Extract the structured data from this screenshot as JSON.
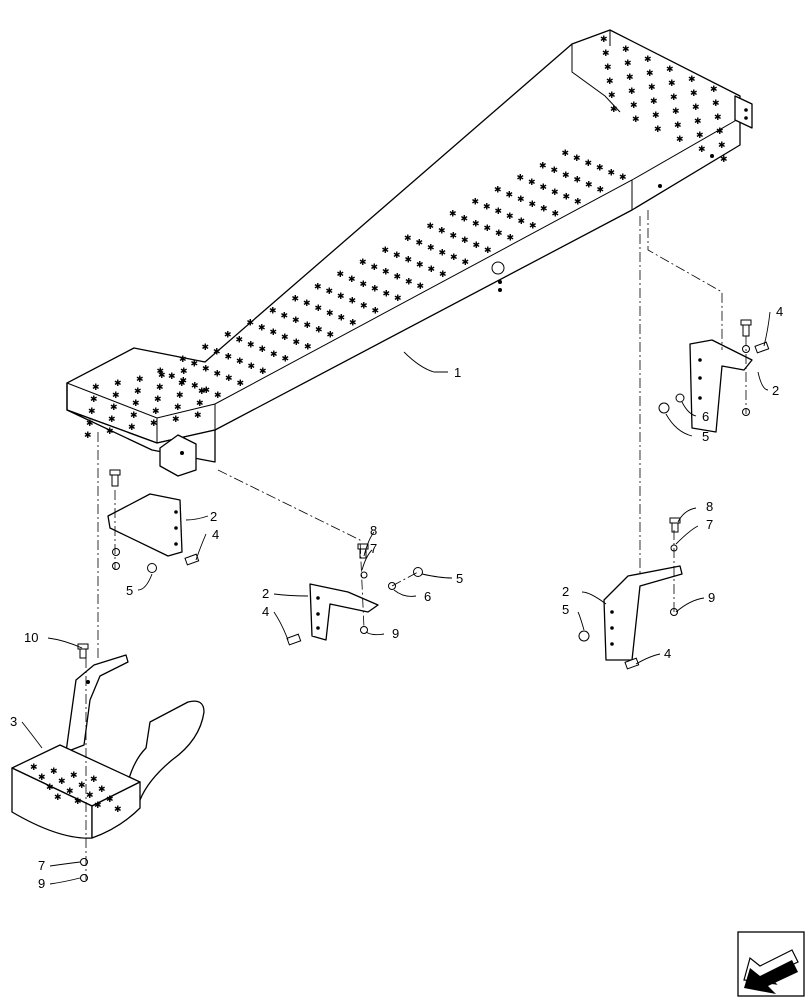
{
  "callouts": [
    {
      "id": "c1",
      "label": "1"
    },
    {
      "id": "c2a",
      "label": "2"
    },
    {
      "id": "c2b",
      "label": "2"
    },
    {
      "id": "c2c",
      "label": "2"
    },
    {
      "id": "c2d",
      "label": "2"
    },
    {
      "id": "c3",
      "label": "3"
    },
    {
      "id": "c4a",
      "label": "4"
    },
    {
      "id": "c4b",
      "label": "4"
    },
    {
      "id": "c4c",
      "label": "4"
    },
    {
      "id": "c4d",
      "label": "4"
    },
    {
      "id": "c5a",
      "label": "5"
    },
    {
      "id": "c5b",
      "label": "5"
    },
    {
      "id": "c5c",
      "label": "5"
    },
    {
      "id": "c5d",
      "label": "5"
    },
    {
      "id": "c6a",
      "label": "6"
    },
    {
      "id": "c6b",
      "label": "6"
    },
    {
      "id": "c7a",
      "label": "7"
    },
    {
      "id": "c7b",
      "label": "7"
    },
    {
      "id": "c7c",
      "label": "7"
    },
    {
      "id": "c8a",
      "label": "8"
    },
    {
      "id": "c8b",
      "label": "8"
    },
    {
      "id": "c9a",
      "label": "9"
    },
    {
      "id": "c9b",
      "label": "9"
    },
    {
      "id": "c9c",
      "label": "9"
    },
    {
      "id": "c10",
      "label": "10"
    }
  ],
  "icons": {
    "perforation": "asterisk-hole",
    "corner_badge": "view-direction-arrow-icon"
  }
}
